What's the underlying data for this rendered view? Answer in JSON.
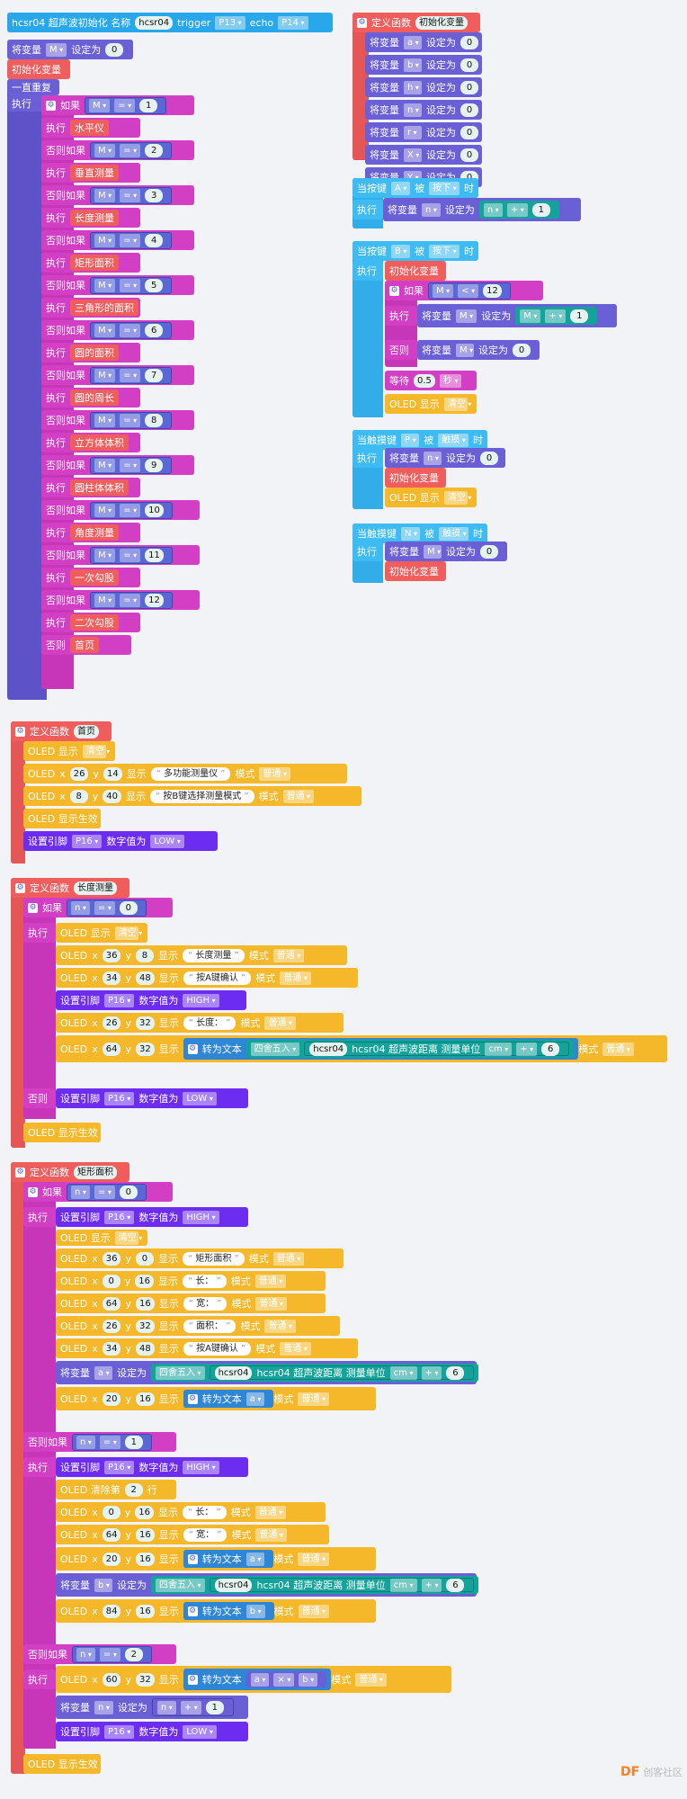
{
  "ui": {
    "init_hcsr04_label": "hcsr04 超声波初始化 名称",
    "hcsr04_name": "hcsr04",
    "trigger_label": "trigger",
    "trigger_pin": "P13",
    "echo_label": "echo",
    "echo_pin": "P14",
    "set_var_label": "将变量",
    "set_to_label": "设定为",
    "var_m": "M",
    "var_n": "n",
    "var_a": "a",
    "var_b": "b",
    "var_h": "h",
    "var_r": "r",
    "var_x": "X",
    "var_y": "Y",
    "zero": "0",
    "one": "1",
    "init_vars_call": "初始化变量",
    "forever_label": "一直重复",
    "do_label": "执行",
    "if_label": "如果",
    "elseif_label": "否则如果",
    "else_label": "否则",
    "eq_op": "=",
    "lt_op": "<",
    "plus_op": "+",
    "mul_op": "×",
    "define_func_label": "定义函数",
    "when_key_label": "当按键",
    "when_touch_label": "当触摸键",
    "pressed_label": "被",
    "press_dir": "按下",
    "touch_dir": "触摸",
    "time_label": "时",
    "key_a": "A",
    "key_b": "B",
    "key_p": "P",
    "key_n": "N",
    "wait_label": "等待",
    "wait_value": "0.5",
    "sec_label": "秒",
    "oled_show_label": "OLED 显示",
    "oled_clear": "清空",
    "oled_label": "OLED",
    "x_label": "x",
    "y_label": "y",
    "show_label": "显示",
    "mode_label": "模式",
    "mode_normal": "普通",
    "oled_effect_label": "OLED 显示生效",
    "oled_clear_line_label": "OLED 清除第",
    "line_label": "行",
    "set_pin_label": "设置引脚",
    "pin_p16": "P16",
    "digital_value_label": "数字值为",
    "low": "LOW",
    "high": "HIGH",
    "to_text_label": "转为文本",
    "round_label": "四舍五入",
    "distance_label": "hcsr04 超声波距离 测量单位",
    "cm": "cm",
    "six": "6",
    "twelve": "12"
  },
  "main_loop": {
    "branches": [
      {
        "value": "1",
        "call": "水平仪"
      },
      {
        "value": "2",
        "call": "垂直测量"
      },
      {
        "value": "3",
        "call": "长度测量"
      },
      {
        "value": "4",
        "call": "矩形面积"
      },
      {
        "value": "5",
        "call": "三角形的面积"
      },
      {
        "value": "6",
        "call": "圆的面积"
      },
      {
        "value": "7",
        "call": "圆的周长"
      },
      {
        "value": "8",
        "call": "立方体体积"
      },
      {
        "value": "9",
        "call": "圆柱体体积"
      },
      {
        "value": "10",
        "call": "角度测量"
      },
      {
        "value": "11",
        "call": "一次勾股"
      },
      {
        "value": "12",
        "call": "二次勾股"
      }
    ],
    "else_call": "首页"
  },
  "funcs": {
    "init_vars": "初始化变量",
    "home": "首页",
    "length": "长度测量",
    "rect": "矩形面积"
  },
  "home": {
    "line1": {
      "x": "26",
      "y": "14",
      "text": "多功能测量仪"
    },
    "line2": {
      "x": "8",
      "y": "40",
      "text": "按B键选择测量模式"
    }
  },
  "length": {
    "l1": {
      "x": "36",
      "y": "8",
      "text": "长度测量"
    },
    "l2": {
      "x": "34",
      "y": "48",
      "text": "按A键确认"
    },
    "l3": {
      "x": "26",
      "y": "32",
      "text": "长度："
    },
    "l4": {
      "x": "64",
      "y": "32"
    }
  },
  "rect": {
    "l1": {
      "x": "36",
      "y": "0",
      "text": "矩形面积"
    },
    "l2": {
      "x": "0",
      "y": "16",
      "text": "长："
    },
    "l3": {
      "x": "64",
      "y": "16",
      "text": "宽："
    },
    "l4": {
      "x": "26",
      "y": "32",
      "text": "面积："
    },
    "l5": {
      "x": "34",
      "y": "48",
      "text": "按A键确认"
    },
    "l6": {
      "x": "20",
      "y": "16"
    },
    "clear_line": "2",
    "b2": {
      "x": "0",
      "y": "16",
      "text": "长："
    },
    "b3": {
      "x": "64",
      "y": "16",
      "text": "宽："
    },
    "b4": {
      "x": "20",
      "y": "16"
    },
    "b5": {
      "x": "84",
      "y": "16"
    },
    "c1": {
      "x": "60",
      "y": "32"
    },
    "branch2_value": "2"
  },
  "watermark": {
    "logo": "DF",
    "text": "创客社区"
  },
  "colors": {
    "control": "#d23fc4",
    "function": "#ef5d5d",
    "event": "#3dbbf2",
    "variable": "#6a5fd5",
    "display": "#f5b82a",
    "pin": "#6d2df0",
    "math": "#14a39a"
  }
}
